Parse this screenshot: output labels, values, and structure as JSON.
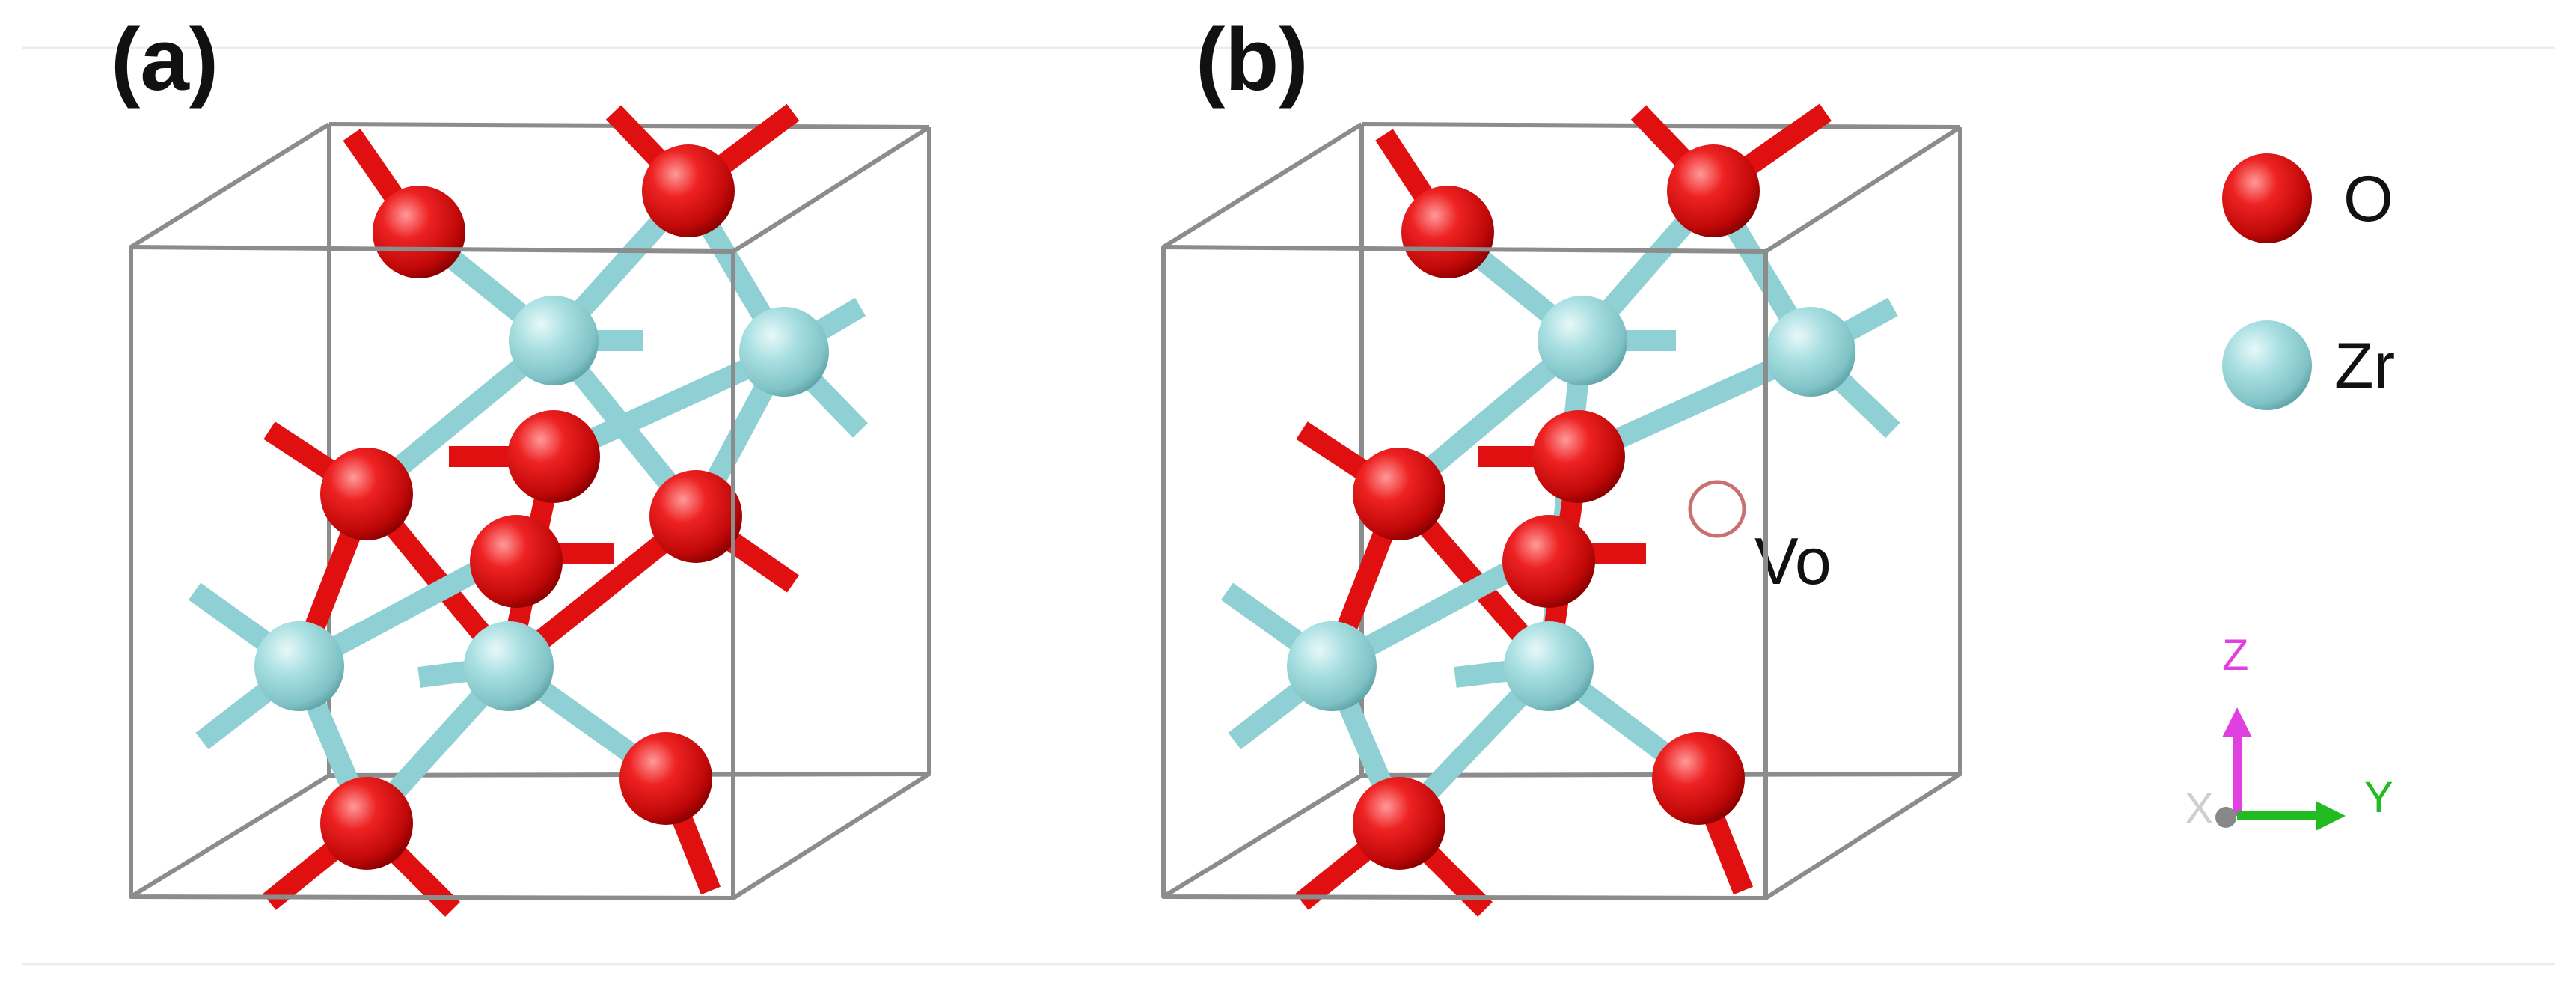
{
  "panels": [
    {
      "label": "(a)"
    },
    {
      "label": "(b)"
    }
  ],
  "legend": {
    "items": [
      {
        "label": "O",
        "element": "oxygen",
        "color": "#e01010"
      },
      {
        "label": "Zr",
        "element": "zirconium",
        "color": "#8ed0d3"
      }
    ]
  },
  "vacancy": {
    "label": "Vo",
    "color": "#c97070"
  },
  "axes": {
    "z": {
      "label": "Z",
      "color": "#e040e0"
    },
    "y": {
      "label": "Y",
      "color": "#22bb22"
    },
    "x": {
      "label": "X",
      "color": "#cfcfcf"
    }
  },
  "colors": {
    "oxygen": "#e01010",
    "zirconium": "#8ed0d3",
    "cell_edges": "#8c8c8c"
  }
}
